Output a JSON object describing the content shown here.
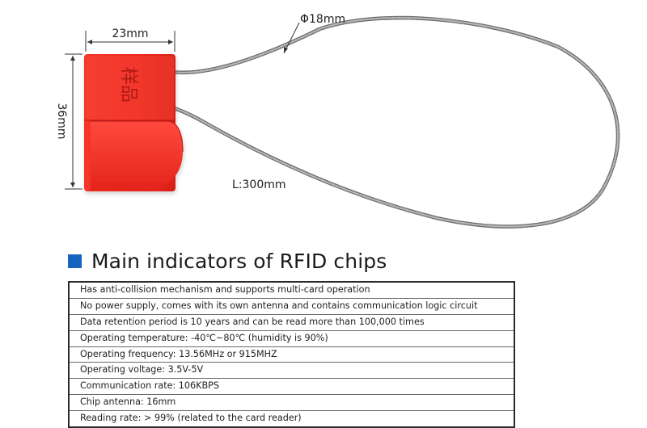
{
  "product": {
    "dimensions": {
      "width_label": "23mm",
      "height_label": "36mm",
      "cable_diameter_label": "Φ18mm",
      "cable_length_label": "L:300mm"
    },
    "seal_imprint": "样品",
    "seal_color": "#f22a22",
    "cable_color": "#8a8a8a"
  },
  "section": {
    "title": "Main indicators of RFID chips",
    "accent_color": "#1565c0"
  },
  "specs": [
    "Has anti-collision mechanism and supports multi-card operation",
    "No power supply, comes with its own antenna and contains communication logic circuit",
    "Data retention period is 10 years and can be read more than 100,000 times",
    "Operating temperature: -40℃~80℃ (humidity is 90%)",
    "Operating frequency: 13.56MHz or 915MHZ",
    "Operating voltage: 3.5V-5V",
    "Communication rate: 106KBPS",
    "Chip antenna: 16mm",
    "Reading rate: > 99% (related to the card reader)"
  ]
}
